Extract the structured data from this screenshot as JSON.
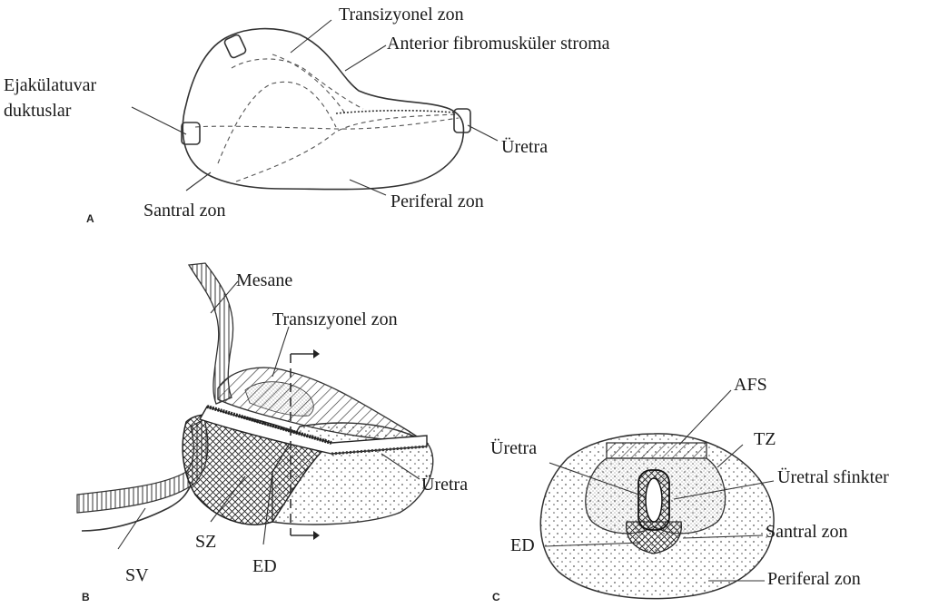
{
  "panel_a": {
    "letter": "A",
    "labels": {
      "transizyonel_zon": "Transizyonel zon",
      "anterior_fibromuskuler_stroma": "Anterior fibromusküler stroma",
      "ejakulatuvar_line1": "Ejakülatuvar",
      "ejakulatuvar_line2": "duktuslar",
      "uretra": "Üretra",
      "santral_zon": "Santral zon",
      "periferal_zon": "Periferal zon"
    }
  },
  "panel_b": {
    "letter": "B",
    "labels": {
      "mesane": "Mesane",
      "transizyonel_zon": "Transızyonel zon",
      "uretra": "Üretra",
      "sz": "SZ",
      "ed": "ED",
      "sv": "SV"
    }
  },
  "panel_c": {
    "letter": "C",
    "labels": {
      "afs": "AFS",
      "tz": "TZ",
      "uretra": "Üretra",
      "uretral_sfinkter": "Üretral sfinkter",
      "ed": "ED",
      "santral_zon": "Santral zon",
      "periferal_zon": "Periferal zon"
    }
  }
}
